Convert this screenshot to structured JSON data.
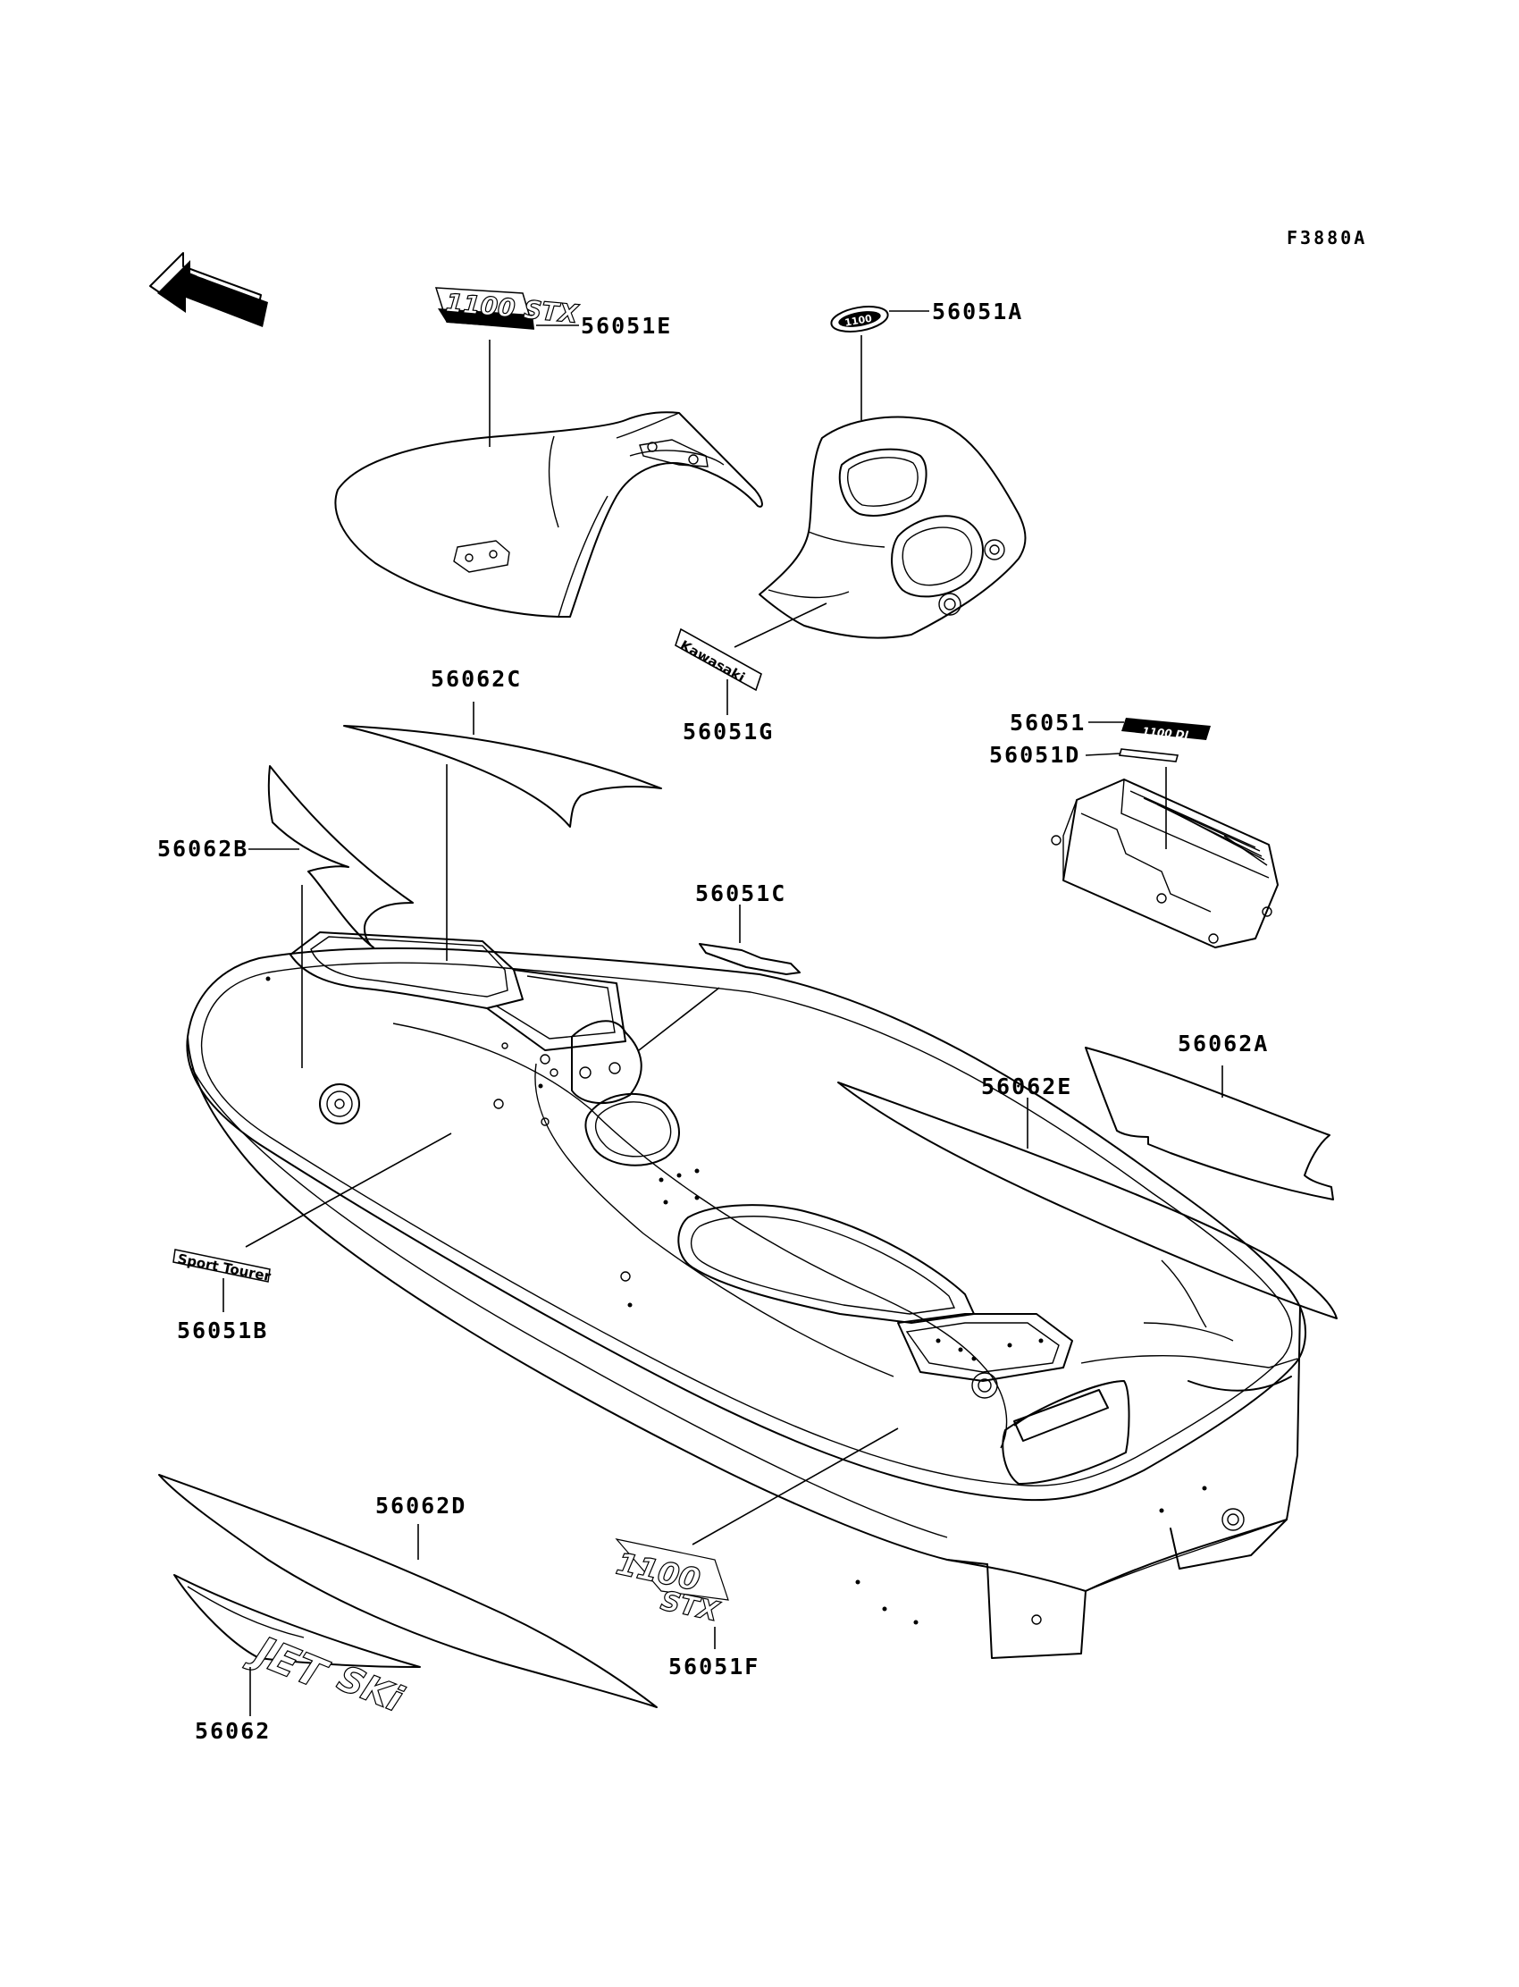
{
  "diagram": {
    "figure_code": "F3880A",
    "front_arrow_label": "FRONT",
    "callouts": {
      "c56051E": "56051E",
      "c56051A": "56051A",
      "c56051G": "56051G",
      "c56062C": "56062C",
      "c56051": "56051",
      "c56051D": "56051D",
      "c56062B": "56062B",
      "c56051C": "56051C",
      "c56062A": "56062A",
      "c56062E": "56062E",
      "c56051B": "56051B",
      "c56062D": "56062D",
      "c56051F": "56051F",
      "c56062": "56062"
    },
    "decals": {
      "seat_logo": "1100 STX",
      "hood_badge": "1100",
      "kawasaki": "Kawasaki",
      "engine_badge": "1100 DI",
      "sport_tourer": "Sport Tourer",
      "side_logo_top": "1100",
      "side_logo_bottom": "STX",
      "jetski_top": "JET",
      "jetski_bottom": "SKi"
    }
  }
}
